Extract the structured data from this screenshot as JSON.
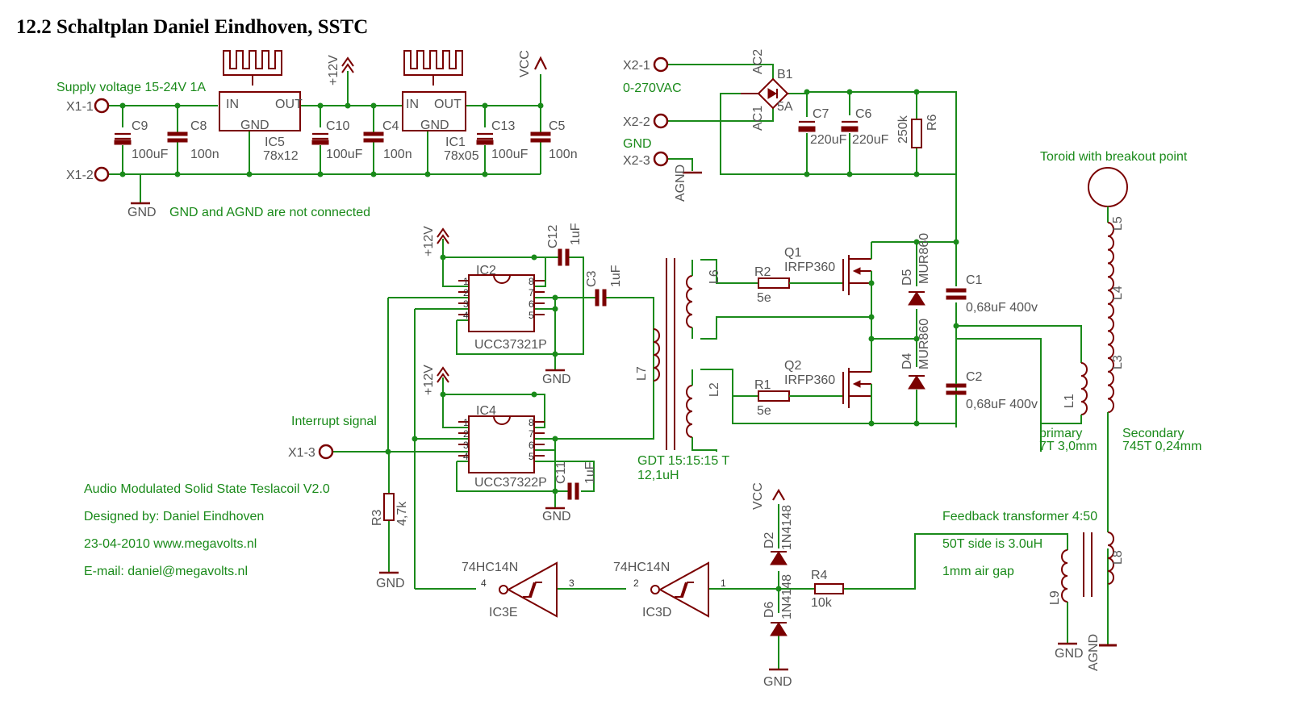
{
  "title": "12.2  Schaltplan Daniel Eindhoven, SSTC",
  "colors": {
    "wire": "#1a8a1a",
    "part": "#7a0000",
    "label": "#555555",
    "note": "#1a8a1a"
  },
  "notes": {
    "supply": "Supply voltage 15-24V 1A",
    "gnd_note": "GND and AGND are not connected",
    "vac": "0-270VAC",
    "gnd_net": "GND",
    "interrupt": "Interrupt signal",
    "toroid": "Toroid with breakout point",
    "gdt1": "GDT 15:15:15 T",
    "gdt2": "12,1uH",
    "primary1": "primary",
    "primary2": "7T 3,0mm",
    "secondary1": "Secondary",
    "secondary2": "745T 0,24mm",
    "feedback1": "Feedback transformer 4:50",
    "feedback2": "50T side is 3.0uH",
    "feedback3": "1mm air gap",
    "credit1": "Audio Modulated Solid State Teslacoil V2.0",
    "credit2": "Designed by: Daniel Eindhoven",
    "credit3": "23-04-2010 www.megavolts.nl",
    "credit4": "E-mail: daniel@megavolts.nl"
  },
  "labels": {
    "x1_1": "X1-1",
    "x1_2": "X1-2",
    "x1_3": "X1-3",
    "x2_1": "X2-1",
    "x2_2": "X2-2",
    "x2_3": "X2-3",
    "gnd": "GND",
    "agnd": "AGND",
    "p12v": "+12V",
    "vcc": "VCC",
    "c9": "C9",
    "c9v": "100uF",
    "c8": "C8",
    "c8v": "100n",
    "c10": "C10",
    "c10v": "100uF",
    "c4": "C4",
    "c4v": "100n",
    "c13": "C13",
    "c13v": "100uF",
    "c5": "C5",
    "c5v": "100n",
    "ic5": "IC5",
    "ic5v": "78x12",
    "ic1": "IC1",
    "ic1v": "78x05",
    "reg_in": "IN",
    "reg_out": "OUT",
    "reg_gnd": "GND",
    "b1": "B1",
    "b1v": "5A",
    "ac1": "AC1",
    "ac2": "AC2",
    "c7": "C7",
    "c7v": "220uF",
    "c6": "C6",
    "c6v": "220uF",
    "r6": "R6",
    "r6v": "250k",
    "ic2": "IC2",
    "ic2v": "UCC37321P",
    "ic4": "IC4",
    "ic4v": "UCC37322P",
    "c12": "C12",
    "c12v": "1uF",
    "c3": "C3",
    "c3v": "1uF",
    "c11": "C11",
    "c11v": "1uF",
    "l6": "L6",
    "l2": "L2",
    "l7": "L7",
    "r2": "R2",
    "r2v": "5e",
    "r1": "R1",
    "r1v": "5e",
    "q1": "Q1",
    "q1v": "IRFP360",
    "q2": "Q2",
    "q2v": "IRFP360",
    "d5": "D5",
    "d5v": "MUR860",
    "d4": "D4",
    "d4v": "MUR860",
    "c1": "C1",
    "c1v": "0,68uF 400v",
    "c2": "C2",
    "c2v": "0,68uF 400v",
    "l1": "L1",
    "l3": "L3",
    "l4": "L4",
    "l5": "L5",
    "l8": "L8",
    "l9": "L9",
    "r3": "R3",
    "r3v": "4,7k",
    "r4": "R4",
    "r4v": "10k",
    "ic3": "74HC14N",
    "ic3e": "IC3E",
    "ic3d": "IC3D",
    "d2": "D2",
    "d2v": "1N4148",
    "d6": "D6",
    "d6v": "1N4148",
    "pin1": "1",
    "pin2": "2",
    "pin3": "3",
    "pin4": "4",
    "pin5": "5",
    "pin6": "6",
    "pin7": "7",
    "pin8": "8"
  }
}
